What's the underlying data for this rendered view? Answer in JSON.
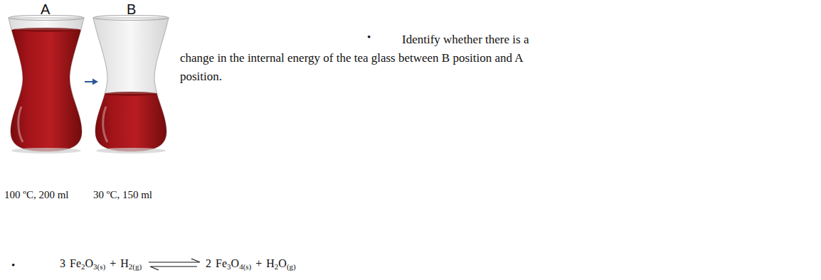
{
  "diagram": {
    "labels": [
      "A",
      "B",
      "100 ºC, 200 ml",
      "30 ºC, 150 ml",
      "•",
      "Identify whether there is a change in the internal energy of the tea glass between B position and A position.",
      "•",
      "3",
      "Fe2O3(s)",
      "+",
      "H2(g)",
      "2",
      "Fe3O4(s)",
      "+",
      "H2O(g)"
    ]
  }
}
